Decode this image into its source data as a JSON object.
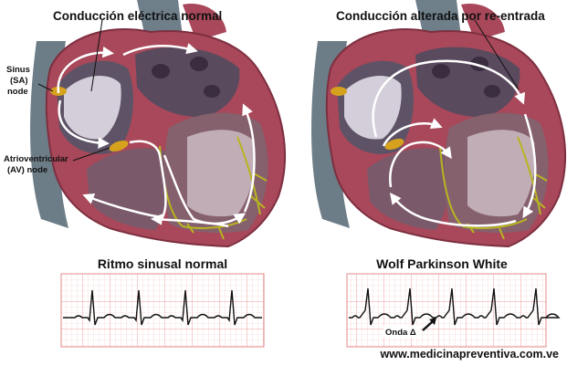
{
  "diagram": {
    "left_panel": {
      "title": "Conducción eléctrica normal",
      "sa_label_line1": "Sinus",
      "sa_label_line2": "(SA)",
      "sa_label_line3": "node",
      "av_label_line1": "Atrioventricular",
      "av_label_line2": "(AV) node",
      "ecg_title": "Ritmo sinusal normal"
    },
    "right_panel": {
      "title": "Conducción alterada por re-entrada",
      "ecg_title": "Wolf Parkinson White",
      "delta_label": "Onda Δ"
    },
    "website": "www.medicinapreventiva.com.ve"
  },
  "colors": {
    "heart_muscle": "#a8485a",
    "heart_light": "#c97a87",
    "chamber": "#5a4a5e",
    "vessel": "#6d7d87",
    "node": "#d6a21e",
    "purkinje": "#b7b520",
    "arrow": "#ffffff",
    "ecg_grid": "#f2b1b1",
    "ecg_trace": "#111111"
  }
}
